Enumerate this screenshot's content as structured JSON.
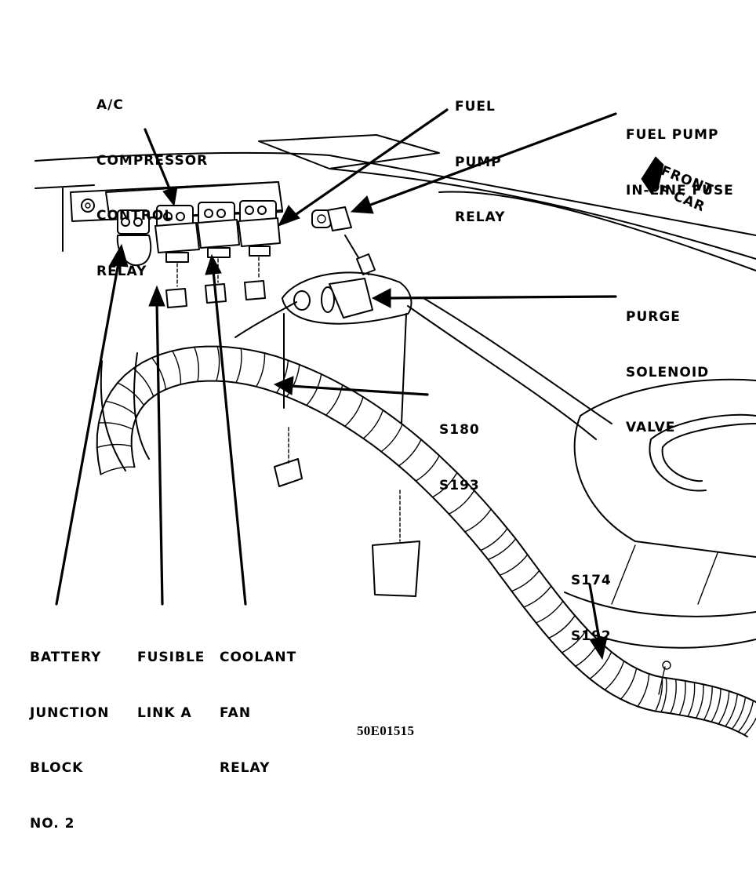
{
  "figure": {
    "type": "automotive-component-location-diagram",
    "figure_code": "50E01515",
    "orientation": {
      "label_line1": "FRONT",
      "label_line2": "OF CAR",
      "icon": "front-direction-arrow-icon"
    },
    "callouts": [
      {
        "id": "ac-compressor-control-relay",
        "lines": [
          "A/C",
          "COMPRESSOR",
          "CONTROL",
          "RELAY"
        ]
      },
      {
        "id": "fuel-pump-relay",
        "lines": [
          "FUEL",
          "PUMP",
          "RELAY"
        ]
      },
      {
        "id": "fuel-pump-inline-fuse",
        "lines": [
          "FUEL PUMP",
          "IN-LINE FUSE"
        ]
      },
      {
        "id": "purge-solenoid-valve",
        "lines": [
          "PURGE",
          "SOLENOID",
          "VALVE"
        ]
      },
      {
        "id": "splice-s180-s193",
        "lines": [
          "S180",
          "S193"
        ]
      },
      {
        "id": "splice-s174-s192",
        "lines": [
          "S174",
          "S192"
        ]
      },
      {
        "id": "battery-junction-block-no2",
        "lines": [
          "BATTERY",
          "JUNCTION",
          "BLOCK",
          "NO. 2"
        ]
      },
      {
        "id": "fusible-link-a",
        "lines": [
          "FUSIBLE",
          "LINK A"
        ]
      },
      {
        "id": "coolant-fan-relay",
        "lines": [
          "COOLANT",
          "FAN",
          "RELAY"
        ]
      }
    ]
  }
}
